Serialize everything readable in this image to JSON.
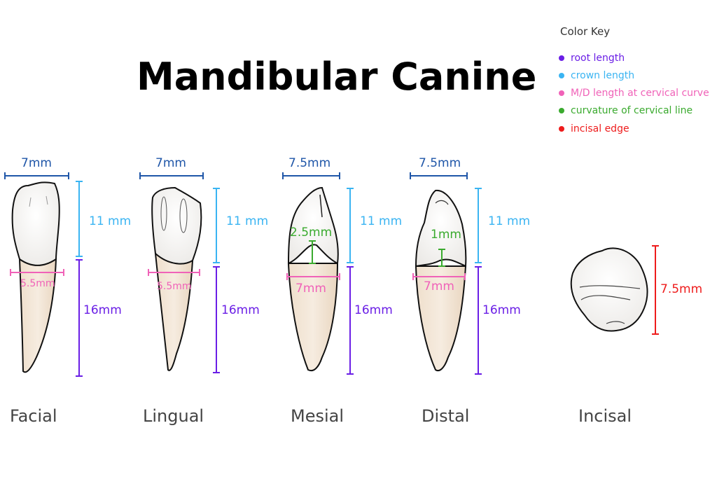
{
  "title": "Mandibular Canine",
  "color_key": {
    "title": "Color Key",
    "items": [
      {
        "label": "root length",
        "color": "#6a1ee6"
      },
      {
        "label": "crown length",
        "color": "#3ab4f2"
      },
      {
        "label": "M/D length at cervical curve",
        "color": "#f062b8"
      },
      {
        "label": "curvature of cervical line",
        "color": "#3aaa2e"
      },
      {
        "label": "incisal edge",
        "color": "#ee1c1c"
      }
    ]
  },
  "colors": {
    "md_width": "#1f56a8",
    "crown": "#3ab4f2",
    "root": "#6a1ee6",
    "cervical_md": "#f062b8",
    "curvature": "#3aaa2e",
    "incisal": "#ee1c1c"
  },
  "views": [
    {
      "label": "Facial",
      "crown_width": "7mm",
      "crown_length": "11 mm",
      "root_length": "16mm",
      "cervical_md": "5.5mm"
    },
    {
      "label": "Lingual",
      "crown_width": "7mm",
      "crown_length": "11 mm",
      "root_length": "16mm",
      "cervical_md": "5.5mm"
    },
    {
      "label": "Mesial",
      "crown_width": "7.5mm",
      "crown_length": "11 mm",
      "root_length": "16mm",
      "cervical_md": "7mm",
      "curvature": "2.5mm"
    },
    {
      "label": "Distal",
      "crown_width": "7.5mm",
      "crown_length": "11 mm",
      "root_length": "16mm",
      "cervical_md": "7mm",
      "curvature": "1mm"
    },
    {
      "label": "Incisal",
      "incisal_edge": "7.5mm"
    }
  ]
}
